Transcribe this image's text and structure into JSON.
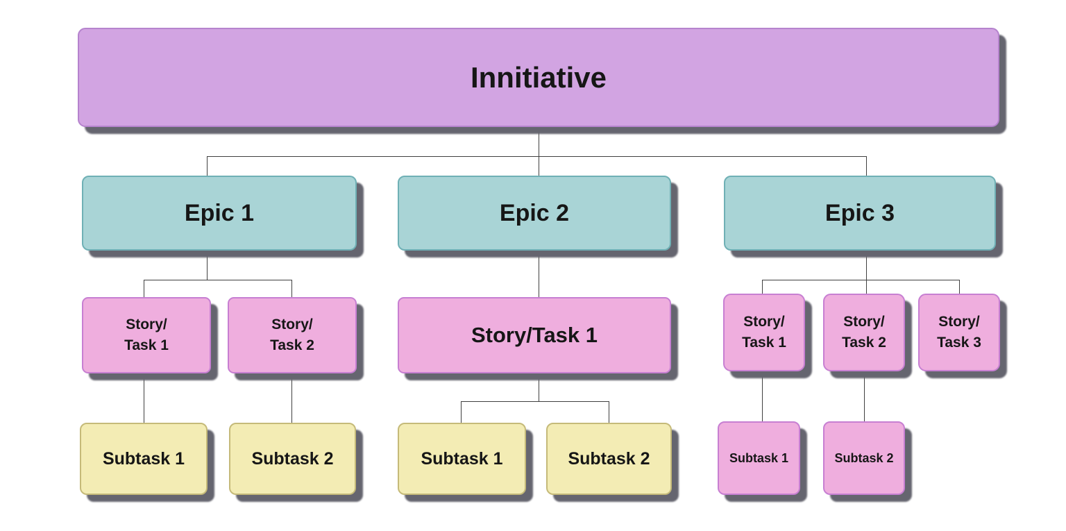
{
  "diagram": {
    "type": "hierarchy-tree",
    "title": "Innitiative",
    "levels": [
      "Initiative",
      "Epic",
      "Story/Task",
      "Subtask"
    ],
    "nodes": {
      "initiative": {
        "label": "Innitiative"
      },
      "epic1": {
        "label": "Epic 1"
      },
      "epic2": {
        "label": "Epic 2"
      },
      "epic3": {
        "label": "Epic 3"
      },
      "epic1_story1": {
        "line1": "Story/",
        "line2": "Task 1"
      },
      "epic1_story2": {
        "line1": "Story/",
        "line2": "Task 2"
      },
      "epic2_story1": {
        "label": "Story/Task 1"
      },
      "epic3_story1": {
        "line1": "Story/",
        "line2": "Task 1"
      },
      "epic3_story2": {
        "line1": "Story/",
        "line2": "Task 2"
      },
      "epic3_story3": {
        "line1": "Story/",
        "line2": "Task 3"
      },
      "epic1_subtask1": {
        "label": "Subtask 1"
      },
      "epic1_subtask2": {
        "label": "Subtask 2"
      },
      "epic2_subtask1": {
        "label": "Subtask 1"
      },
      "epic2_subtask2": {
        "label": "Subtask 2"
      },
      "epic3_subtask1": {
        "label": "Subtask 1"
      },
      "epic3_subtask2": {
        "label": "Subtask 2"
      }
    },
    "edges": [
      [
        "initiative",
        "epic1"
      ],
      [
        "initiative",
        "epic2"
      ],
      [
        "initiative",
        "epic3"
      ],
      [
        "epic1",
        "epic1_story1"
      ],
      [
        "epic1",
        "epic1_story2"
      ],
      [
        "epic2",
        "epic2_story1"
      ],
      [
        "epic3",
        "epic3_story1"
      ],
      [
        "epic3",
        "epic3_story2"
      ],
      [
        "epic3",
        "epic3_story3"
      ],
      [
        "epic1_story1",
        "epic1_subtask1"
      ],
      [
        "epic1_story2",
        "epic1_subtask2"
      ],
      [
        "epic2_story1",
        "epic2_subtask1"
      ],
      [
        "epic2_story1",
        "epic2_subtask2"
      ],
      [
        "epic3_story1",
        "epic3_subtask1"
      ],
      [
        "epic3_story2",
        "epic3_subtask2"
      ]
    ],
    "colors": {
      "initiative_fill": "#d2a4e2",
      "initiative_border": "#b583cd",
      "epic_fill": "#a9d4d6",
      "epic_border": "#6fb0b5",
      "story_fill": "#efaede",
      "story_border": "#c77fd2",
      "subtask_yellow_fill": "#f3ecb4",
      "subtask_yellow_border": "#c5ba79",
      "shadow": "#65656f",
      "connector": "#3f3f3f",
      "text": "#161616",
      "background": "#ffffff"
    }
  }
}
